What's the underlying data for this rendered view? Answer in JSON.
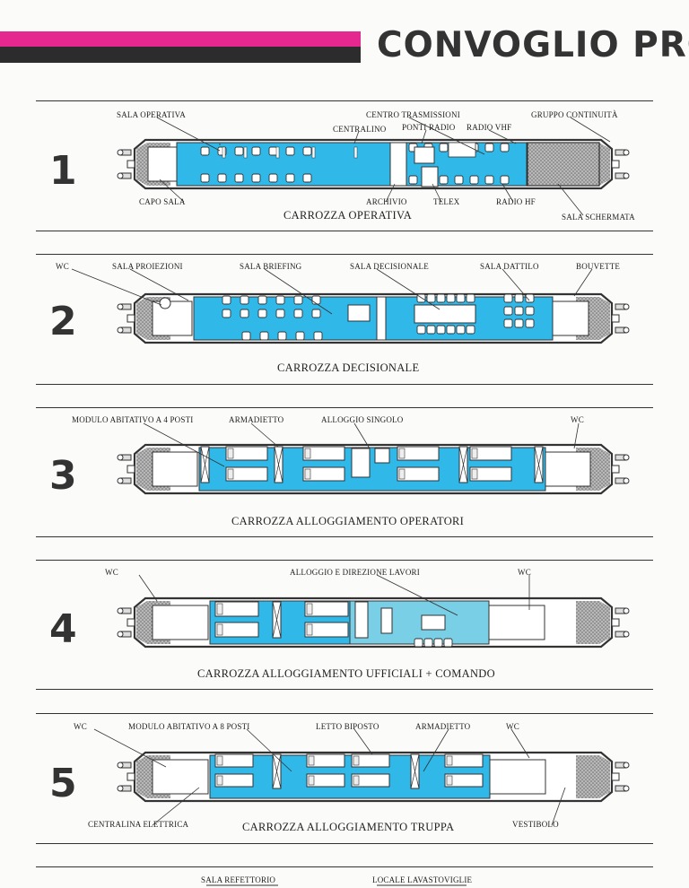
{
  "header": {
    "title": "CONVOGLIO PRO",
    "stripe_colors": [
      "#e4288f",
      "#2c2c2c"
    ]
  },
  "colors": {
    "accent": "#2fb8e8",
    "accent_light": "#79cfe6",
    "hatch": "#9a9a9a",
    "line": "#333333"
  },
  "cars": [
    {
      "number": "1",
      "name": "CARROZZA OPERATIVA",
      "labels": [
        "SALA OPERATIVA",
        "CENTRO TRASMISSIONI",
        "GRUPPO CONTINUITÀ",
        "CENTRALINO",
        "PONTI RADIO",
        "RADIO VHF",
        "CAPO SALA",
        "ARCHIVIO",
        "TELEX",
        "RADIO HF",
        "SALA SCHERMATA"
      ]
    },
    {
      "number": "2",
      "name": "CARROZZA DECISIONALE",
      "labels": [
        "WC",
        "SALA PROIEZIONI",
        "SALA BRIEFING",
        "SALA DECISIONALE",
        "SALA DATTILO",
        "BOUVETTE"
      ]
    },
    {
      "number": "3",
      "name": "CARROZZA ALLOGGIAMENTO OPERATORI",
      "labels": [
        "MODULO ABITATIVO A 4 POSTI",
        "ARMADIETTO",
        "ALLOGGIO SINGOLO",
        "WC"
      ]
    },
    {
      "number": "4",
      "name": "CARROZZA ALLOGGIAMENTO UFFICIALI + COMANDO",
      "labels": [
        "WC",
        "ALLOGGIO E DIREZIONE LAVORI",
        "WC"
      ]
    },
    {
      "number": "5",
      "name": "CARROZZA ALLOGGIAMENTO TRUPPA",
      "labels": [
        "WC",
        "MODULO ABITATIVO A 8 POSTI",
        "LETTO BIPOSTO",
        "ARMADIETTO",
        "WC",
        "CENTRALINA ELETTRICA",
        "VESTIBOLO"
      ]
    }
  ],
  "next_section": {
    "labels": [
      "SALA REFETTORIO",
      "LOCALE LAVASTOVIGLIE"
    ]
  }
}
